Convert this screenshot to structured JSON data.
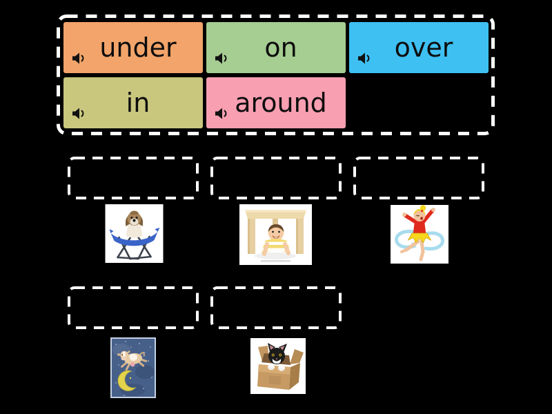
{
  "canvas": {
    "background": "#000000"
  },
  "word_bank": {
    "border_color": "#ffffff",
    "tiles": [
      {
        "label": "under",
        "color": "#F2A46A",
        "icon": "speaker-icon"
      },
      {
        "label": "on",
        "color": "#A6CD92",
        "icon": "speaker-icon"
      },
      {
        "label": "over",
        "color": "#3EC0F2",
        "icon": "speaker-icon"
      },
      {
        "label": "in",
        "color": "#C9C77E",
        "icon": "speaker-icon"
      },
      {
        "label": "around",
        "color": "#F89FB2",
        "icon": "speaker-icon"
      }
    ]
  },
  "match_items": [
    {
      "slot": 1,
      "image": "dog-on-chair"
    },
    {
      "slot": 2,
      "image": "child-under-table"
    },
    {
      "slot": 3,
      "image": "girl-spinning-around"
    },
    {
      "slot": 4,
      "image": "cow-jumping-over-moon"
    },
    {
      "slot": 5,
      "image": "kitten-in-box"
    }
  ]
}
